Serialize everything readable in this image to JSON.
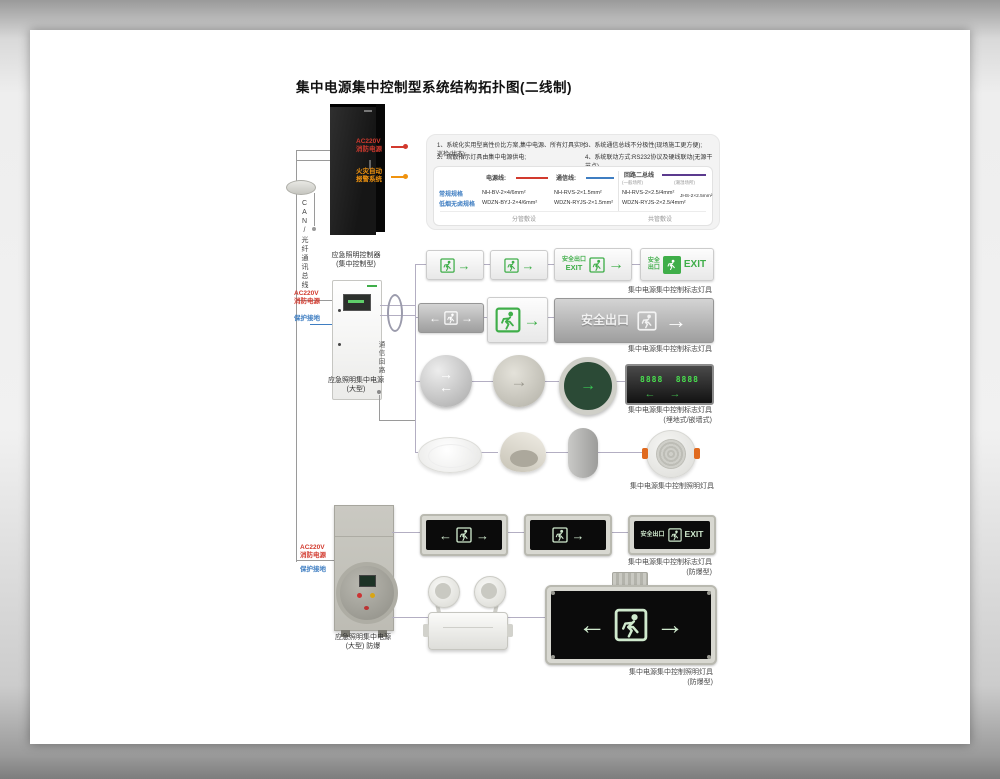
{
  "title": "集中电源集中控制型系统结构拓扑图(二线制)",
  "notes": {
    "n1": "1、系统化实用型高性价比方案,集中电源、所有灯具实时巡检(状态);",
    "n2": "2、疏散指示灯具由集中电源供电;",
    "n3": "3、系统通信总线不分极性(现场施工更方便);",
    "n4": "4、系统联动方式:RS232协议及硬线联动(无源干节点)。"
  },
  "table": {
    "power_label": "电源线:",
    "comm_label": "通信线:",
    "loop_label": "回路二总线",
    "loop_sub_left": "(一般场所)",
    "loop_sub_right": "(潮湿场所)",
    "row1_label": "常规规格",
    "row2_label": "低烟无卤规格",
    "row1_power": "NH-BV-2×4/6mm²",
    "row2_power": "WDZN-BYJ-2×4/6mm²",
    "row1_comm": "NH-RVS-2×1.5mm²",
    "row2_comm": "WDZN-RYJS-2×1.5mm²",
    "row1_loop": "NH-RVS-2×2.5/4mm²",
    "row2_loop": "WDZN-RYJS-2×2.5/4mm²",
    "wet_loop": "JHS-2×2.5mm²",
    "footer_left": "分管敷设",
    "footer_right": "共管敷设"
  },
  "labels": {
    "ac220v": "AC220V",
    "fire_power": "消防电源",
    "fire_alarm_1": "火灾自动",
    "fire_alarm_2": "报警系统",
    "earth": "保护接地",
    "can_bus": "CAN/光纤通讯总线",
    "comm_loop": "通信回路",
    "controller_1": "应急照明控制器",
    "controller_2": "(集中控制型)",
    "power_unit_1": "应急照明集中电源",
    "power_unit_2": "(大型)",
    "ex_power_1": "应急照明集中电源",
    "ex_power_2": "(大型) 防爆"
  },
  "captions": {
    "row1": "集中电源集中控制标志灯具",
    "row2": "集中电源集中控制标志灯具",
    "row3_1": "集中电源集中控制标志灯具",
    "row3_2": "(埋地式/嵌墙式)",
    "row4": "集中电源集中控制照明灯具",
    "row5_1": "集中电源集中控制标志灯具",
    "row5_2": "(防爆型)",
    "row6_1": "集中电源集中控制照明灯具",
    "row6_2": "(防爆型)"
  },
  "signs": {
    "exit_cn": "安全出口",
    "exit_cn_1": "安全",
    "exit_cn_2": "出口",
    "exit_en": "EXIT",
    "arrow_right": "→",
    "arrow_left": "←",
    "led_left": "8888",
    "led_right": "8888"
  },
  "colors": {
    "accent_green": "#3fae49",
    "glow_green": "#cfe9cd",
    "power_red": "#d23a2e",
    "alarm_orange": "#f0930f",
    "comm_blue": "#3f7ec2",
    "loop_purple": "#5b3a8e"
  }
}
